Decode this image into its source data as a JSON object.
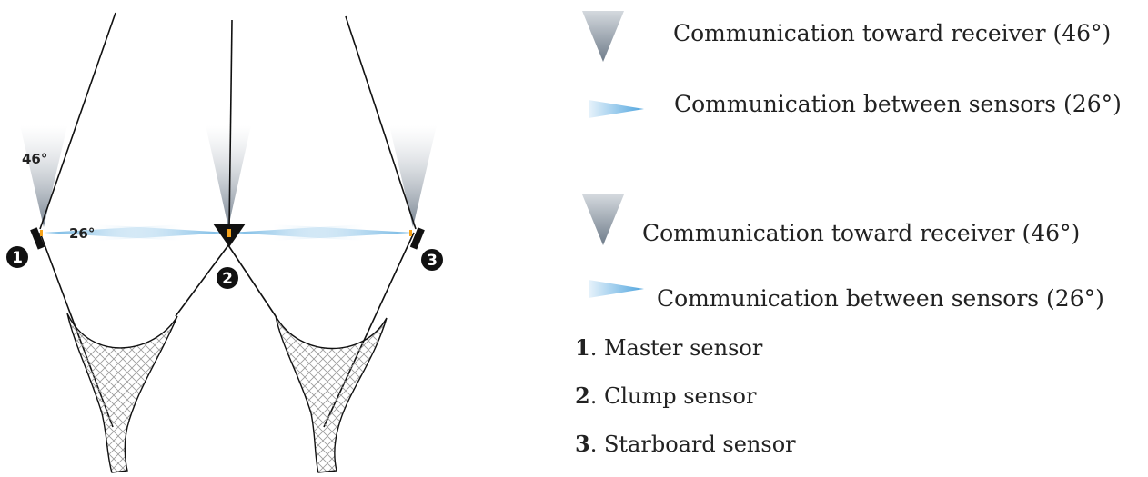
{
  "diagram": {
    "angle_receiver": "46°",
    "angle_between": "26°",
    "badges": [
      "1",
      "2",
      "3"
    ]
  },
  "legend": [
    {
      "icon": "receiver-cone-icon",
      "text": "Communication toward receiver (46°)"
    },
    {
      "icon": "between-sensors-cone-icon",
      "text": "Communication between sensors (26°)"
    },
    {
      "icon": "receiver-cone-icon",
      "text": "Communication toward receiver (46°)"
    },
    {
      "icon": "between-sensors-cone-icon",
      "text": "Communication between sensors (26°)"
    }
  ],
  "key": [
    {
      "number": "1",
      "label": ". Master sensor"
    },
    {
      "number": "2",
      "label": ". Clump sensor"
    },
    {
      "number": "3",
      "label": ". Starboard sensor"
    }
  ],
  "colors": {
    "cone_gray": "#8a96a4",
    "cone_blue": "#5aaee0",
    "sensor_orange": "#f5a21b",
    "line": "#111111"
  }
}
